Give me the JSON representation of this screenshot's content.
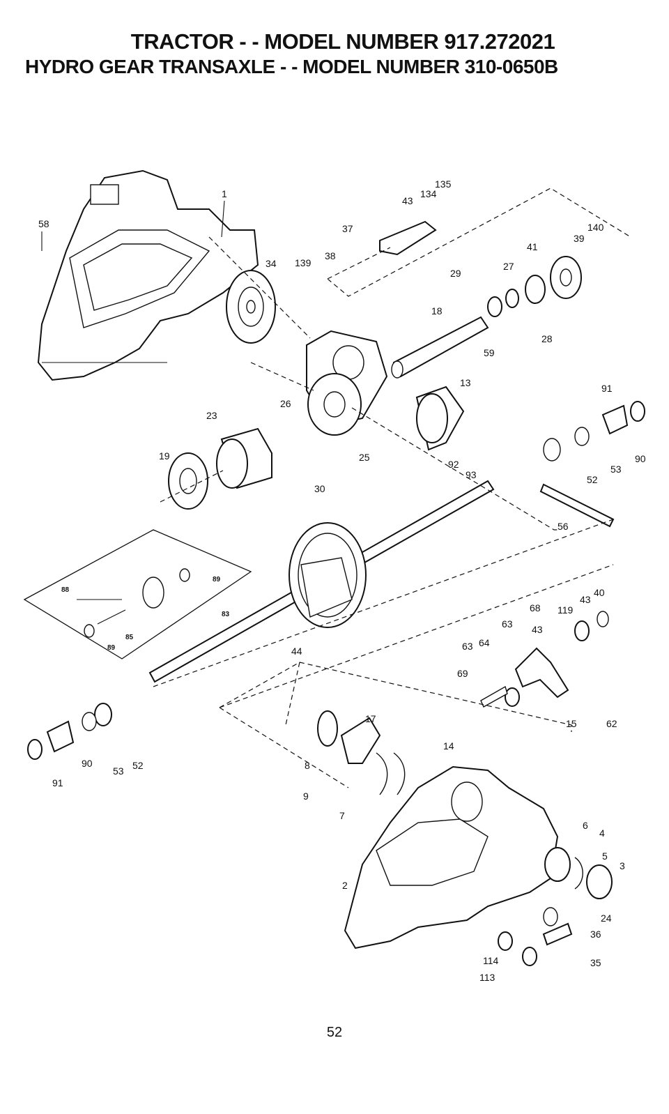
{
  "header": {
    "title": "TRACTOR - - MODEL NUMBER 917.272021",
    "subtitle": "HYDRO GEAR TRANSAXLE - - MODEL NUMBER 310-0650B"
  },
  "callouts": [
    "1",
    "58",
    "34",
    "139",
    "38",
    "37",
    "43",
    "134",
    "135",
    "140",
    "39",
    "41",
    "27",
    "29",
    "28",
    "18",
    "59",
    "13",
    "26",
    "23",
    "19",
    "25",
    "30",
    "92",
    "93",
    "91",
    "90",
    "53",
    "52",
    "56",
    "88",
    "89",
    "85",
    "83",
    "44",
    "68",
    "119",
    "43",
    "40",
    "63",
    "64",
    "69",
    "15",
    "62",
    "17",
    "14",
    "8",
    "9",
    "7",
    "90",
    "53",
    "52",
    "91",
    "2",
    "6",
    "4",
    "5",
    "3",
    "24",
    "36",
    "35",
    "114",
    "113",
    "89",
    "43"
  ],
  "footer": {
    "page_number": "52"
  }
}
